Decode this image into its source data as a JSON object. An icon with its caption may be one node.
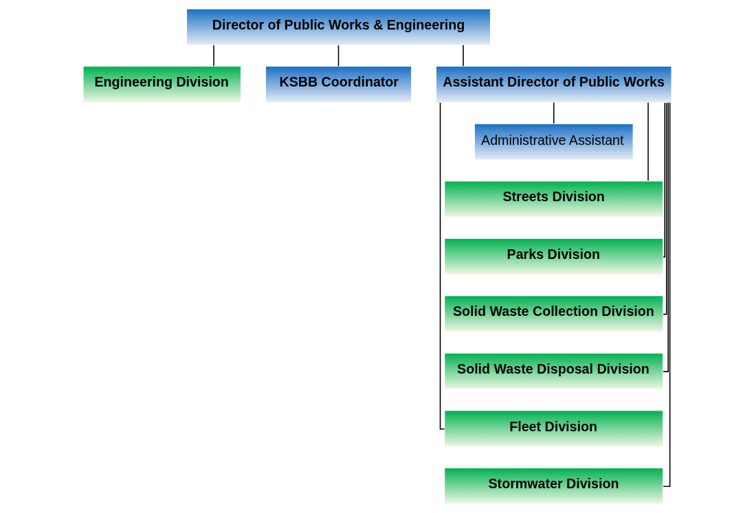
{
  "diagram": {
    "nodes": [
      {
        "text": [
          "Director of Public Works & Engineering"
        ]
      },
      {
        "text": [
          "Engineering Division"
        ]
      },
      {
        "text": [
          "KSBB Coordinator"
        ]
      },
      {
        "text": [
          "Assistant Director of Public Works"
        ]
      },
      {
        "text": [
          "Administrative Assistant"
        ]
      },
      {
        "text": [
          "Streets Division"
        ]
      },
      {
        "text": [
          "Parks Division"
        ]
      },
      {
        "text": [
          "Solid Waste Collection Division"
        ]
      },
      {
        "text": [
          "Solid Waste Disposal Division"
        ]
      },
      {
        "text": [
          "Fleet Division"
        ]
      },
      {
        "text": [
          "Stormwater Division"
        ]
      }
    ],
    "edges": [
      {
        "from": 0,
        "to": 1,
        "arrow": "none"
      },
      {
        "from": 0,
        "to": 2,
        "arrow": "none"
      },
      {
        "from": 0,
        "to": 3,
        "arrow": "none"
      },
      {
        "from": 3,
        "to": 4,
        "arrow": "none"
      },
      {
        "from": 3,
        "to": 5,
        "arrow": "none"
      },
      {
        "from": 3,
        "to": 6,
        "arrow": "none"
      },
      {
        "from": 3,
        "to": 7,
        "arrow": "none"
      },
      {
        "from": 3,
        "to": 8,
        "arrow": "none"
      },
      {
        "from": 3,
        "to": 9,
        "arrow": "none"
      },
      {
        "from": 3,
        "to": 10,
        "arrow": "none"
      }
    ]
  }
}
